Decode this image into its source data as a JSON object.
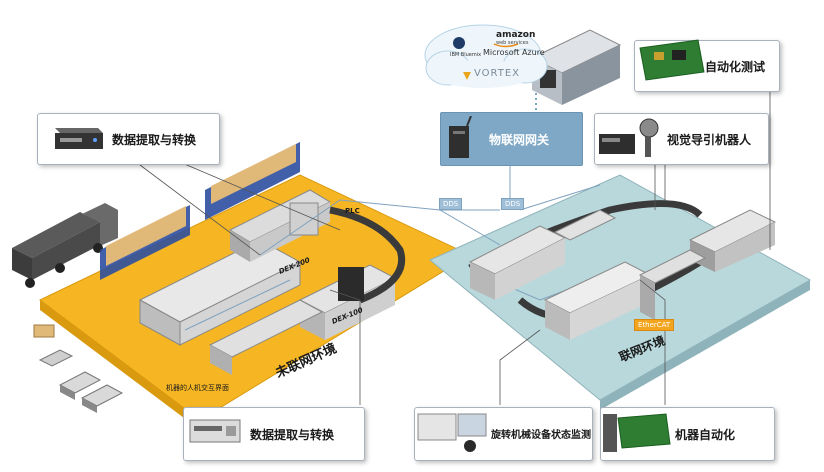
{
  "callouts": {
    "data_extract_top": "数据提取与转换",
    "data_extract_bottom": "数据提取与转换",
    "vision_robot": "视觉导引机器人",
    "automation_test": "自动化测试",
    "rotating_monitor": "旋转机械设备状态监测",
    "machine_automation": "机器自动化"
  },
  "gateway": {
    "label": "物联网网关"
  },
  "cloud": {
    "amazon": "amazon",
    "amazon_sub": "web services",
    "azure": "Microsoft Azure",
    "bluemix": "IBM Bluemix",
    "vortex": "VORTEX"
  },
  "tags": {
    "dds_left": "DDS",
    "dds_right": "DDS",
    "plc": "PLC",
    "ethercat": "EtherCAT"
  },
  "machines": {
    "dex200": "DEX-200",
    "dex100": "DEX-100"
  },
  "zones": {
    "unconnected": "未联网环境",
    "connected": "联网环境",
    "hmi": "机器的人机交互界面"
  },
  "colors": {
    "orange_floor": "#f6b623",
    "teal_floor": "#b9d8dc",
    "gateway": "#7fa8c6"
  }
}
